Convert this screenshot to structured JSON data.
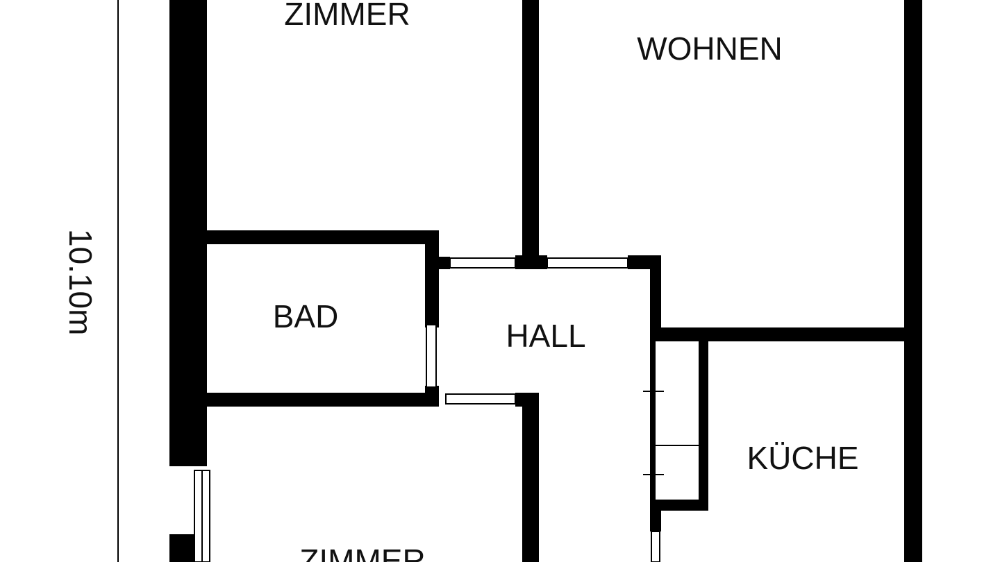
{
  "floorplan": {
    "dimension_label": "10.10m",
    "rooms": {
      "zimmer_top": "ZIMMER",
      "wohnen": "WOHNEN",
      "bad": "BAD",
      "hall": "HALL",
      "kueche": "KÜCHE",
      "zimmer_bottom": "ZIMMER"
    },
    "colors": {
      "wall": "#000000",
      "background": "#ffffff",
      "text": "#111111"
    }
  }
}
